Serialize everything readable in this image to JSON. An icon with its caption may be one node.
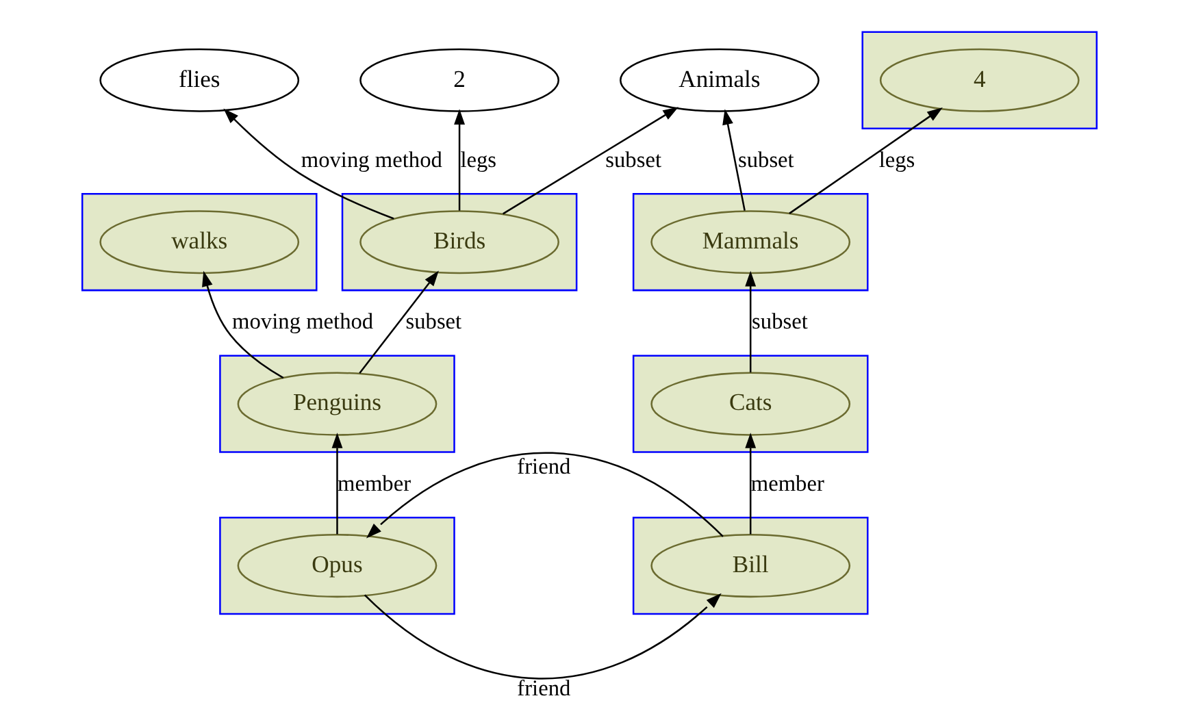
{
  "diagram": {
    "nodes": [
      {
        "text": [
          "Animals"
        ]
      },
      {
        "text": [],
        "shape": "box"
      },
      {
        "text": [
          "Birds"
        ],
        "in": 1
      },
      {
        "text": [
          "2"
        ]
      },
      {
        "text": [],
        "shape": "box"
      },
      {
        "text": [
          "Mammals"
        ],
        "in": 4
      },
      {
        "text": [],
        "shape": "box"
      },
      {
        "text": [
          "4"
        ],
        "in": 6
      },
      {
        "text": [
          "flies"
        ]
      },
      {
        "text": [],
        "shape": "box"
      },
      {
        "text": [
          "Penguins"
        ],
        "in": 9
      },
      {
        "text": [],
        "shape": "box"
      },
      {
        "text": [
          "walks"
        ],
        "in": 11
      },
      {
        "text": [],
        "shape": "box"
      },
      {
        "text": [
          "Cats"
        ],
        "in": 13
      },
      {
        "text": [],
        "shape": "box"
      },
      {
        "text": [
          "Opus"
        ],
        "in": 15
      },
      {
        "text": [],
        "shape": "box"
      },
      {
        "text": [
          "Bill"
        ],
        "in": 17
      }
    ],
    "edges": [
      {
        "from": 2,
        "to": 0,
        "arrow": "to",
        "label": "subset"
      },
      {
        "from": 5,
        "to": 0,
        "arrow": "to",
        "label": "subset"
      },
      {
        "from": 2,
        "to": 3,
        "arrow": "to",
        "label": "legs"
      },
      {
        "from": 5,
        "to": 7,
        "arrow": "to",
        "label": "legs"
      },
      {
        "from": 2,
        "to": 8,
        "arrow": "to",
        "label": "moving method"
      },
      {
        "from": 10,
        "to": 2,
        "arrow": "to",
        "label": "subset"
      },
      {
        "from": 10,
        "to": 12,
        "arrow": "to",
        "label": "moving method"
      },
      {
        "from": 14,
        "to": 5,
        "arrow": "to",
        "label": "subset"
      },
      {
        "from": 16,
        "to": 10,
        "arrow": "to",
        "label": "member"
      },
      {
        "from": 18,
        "to": 14,
        "arrow": "to",
        "label": "member"
      },
      {
        "from": 16,
        "to": 18,
        "arrow": "to",
        "label": "friend"
      },
      {
        "from": 18,
        "to": 16,
        "arrow": "to",
        "label": "friend"
      }
    ]
  }
}
